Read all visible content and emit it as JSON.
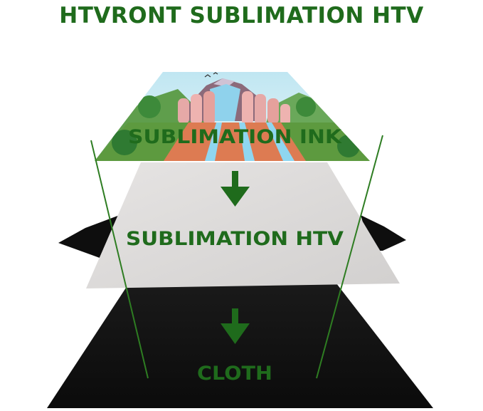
{
  "title": "HTVRONT SUBLIMATION HTV",
  "colors": {
    "green": "#1f6b1c",
    "cloth": "#111111",
    "htv_sheet": "#dedcdb",
    "guide_line": "#2e7d22"
  },
  "layers": {
    "top": {
      "label": "SUBLIMATION INK"
    },
    "middle": {
      "label": "SUBLIMATION HTV"
    },
    "bottom": {
      "label": "CLOTH"
    }
  },
  "icons": {
    "arrow_1": "arrow-down-icon",
    "arrow_2": "arrow-down-icon"
  }
}
